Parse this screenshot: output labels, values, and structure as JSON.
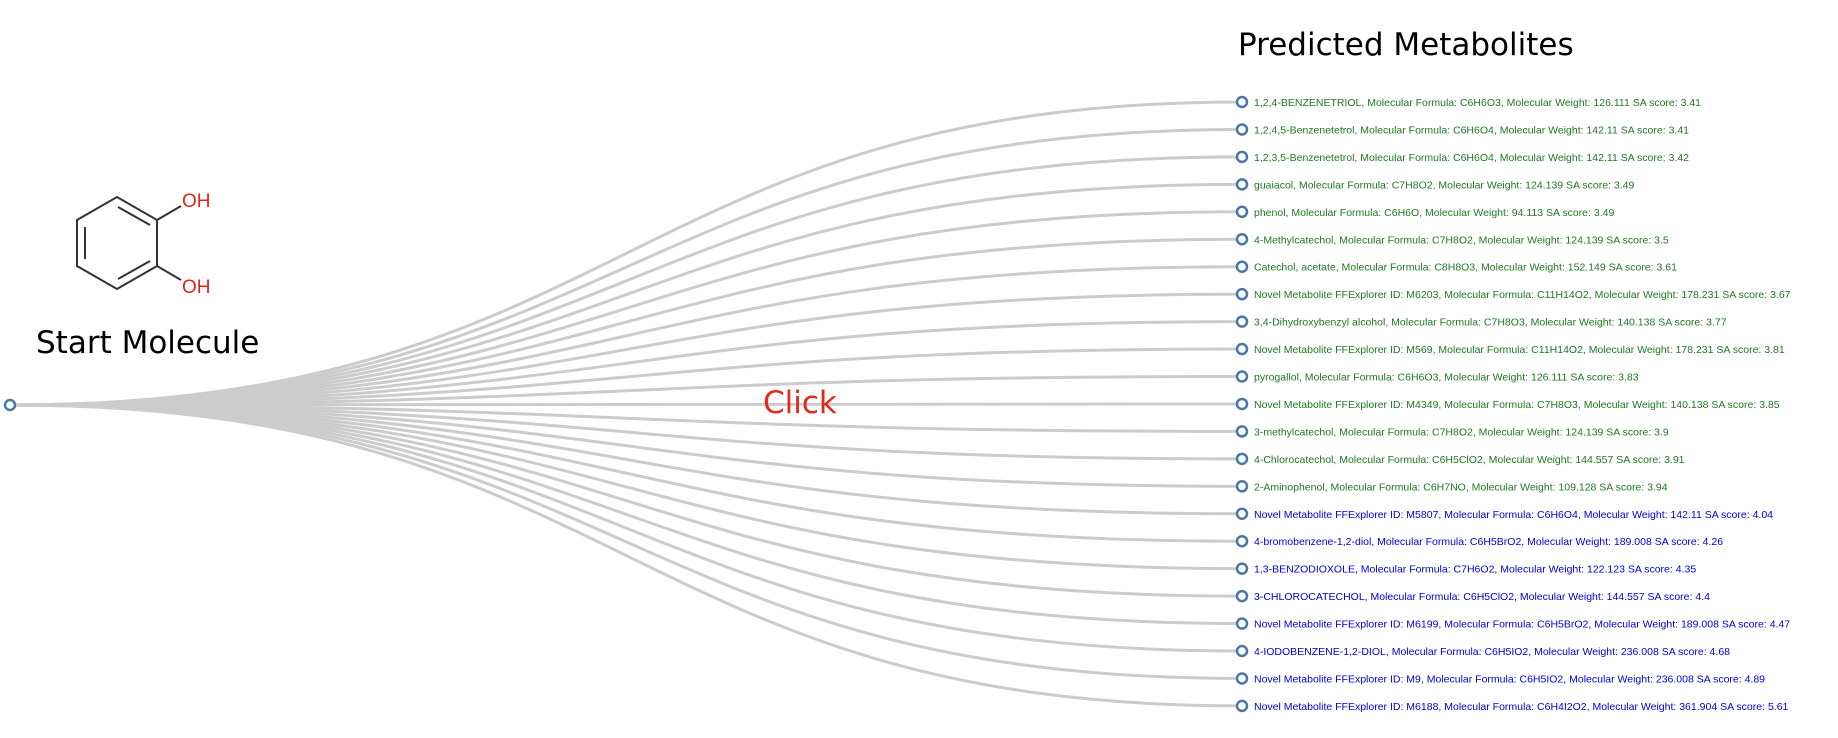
{
  "start_title": "Start Molecule",
  "predicted_title": "Predicted Metabolites",
  "click_label": "Click",
  "molecule": {
    "substituent_top": "OH",
    "substituent_bottom": "OH"
  },
  "colors": {
    "link": "#cccccc",
    "node_stroke": "#4a76a8",
    "green_label": "#1f7a1f",
    "blue_label": "#0000dd",
    "click": "#e02a1c",
    "hydroxyl": "#e0241a",
    "bond": "#333333"
  },
  "metabolites": [
    {
      "text": "1,2,4-BENZENETRIOL, Molecular Formula: C6H6O3, Molecular Weight: 126.111 SA score: 3.41",
      "color": "green"
    },
    {
      "text": "1,2,4,5-Benzenetetrol, Molecular Formula: C6H6O4, Molecular Weight: 142.11 SA score: 3.41",
      "color": "green"
    },
    {
      "text": "1,2,3,5-Benzenetetrol, Molecular Formula: C6H6O4, Molecular Weight: 142.11 SA score: 3.42",
      "color": "green"
    },
    {
      "text": "guaiacol, Molecular Formula: C7H8O2, Molecular Weight: 124.139 SA score: 3.49",
      "color": "green"
    },
    {
      "text": "phenol, Molecular Formula: C6H6O, Molecular Weight: 94.113 SA score: 3.49",
      "color": "green"
    },
    {
      "text": "4-Methylcatechol, Molecular Formula: C7H8O2, Molecular Weight: 124.139 SA score: 3.5",
      "color": "green"
    },
    {
      "text": "Catechol, acetate, Molecular Formula: C8H8O3, Molecular Weight: 152.149 SA score: 3.61",
      "color": "green"
    },
    {
      "text": "Novel Metabolite FFExplorer ID: M6203, Molecular Formula: C11H14O2, Molecular Weight: 178.231 SA score: 3.67",
      "color": "green"
    },
    {
      "text": "3,4-Dihydroxybenzyl alcohol, Molecular Formula: C7H8O3, Molecular Weight: 140.138 SA score: 3.77",
      "color": "green"
    },
    {
      "text": "Novel Metabolite FFExplorer ID: M569, Molecular Formula: C11H14O2, Molecular Weight: 178.231 SA score: 3.81",
      "color": "green"
    },
    {
      "text": "pyrogallol, Molecular Formula: C6H6O3, Molecular Weight: 126.111 SA score: 3.83",
      "color": "green"
    },
    {
      "text": "Novel Metabolite FFExplorer ID: M4349, Molecular Formula: C7H8O3, Molecular Weight: 140.138 SA score: 3.85",
      "color": "green"
    },
    {
      "text": "3-methylcatechol, Molecular Formula: C7H8O2, Molecular Weight: 124.139 SA score: 3.9",
      "color": "green"
    },
    {
      "text": "4-Chlorocatechol, Molecular Formula: C6H5ClO2, Molecular Weight: 144.557 SA score: 3.91",
      "color": "green"
    },
    {
      "text": "2-Aminophenol, Molecular Formula: C6H7NO, Molecular Weight: 109.128 SA score: 3.94",
      "color": "green"
    },
    {
      "text": "Novel Metabolite FFExplorer ID: M5807, Molecular Formula: C6H6O4, Molecular Weight: 142.11 SA score: 4.04",
      "color": "blue"
    },
    {
      "text": "4-bromobenzene-1,2-diol, Molecular Formula: C6H5BrO2, Molecular Weight: 189.008 SA score: 4.26",
      "color": "blue"
    },
    {
      "text": "1,3-BENZODIOXOLE, Molecular Formula: C7H6O2, Molecular Weight: 122.123 SA score: 4.35",
      "color": "blue"
    },
    {
      "text": "3-CHLOROCATECHOL, Molecular Formula: C6H5ClO2, Molecular Weight: 144.557 SA score: 4.4",
      "color": "blue"
    },
    {
      "text": "Novel Metabolite FFExplorer ID: M6199, Molecular Formula: C6H5BrO2, Molecular Weight: 189.008 SA score: 4.47",
      "color": "blue"
    },
    {
      "text": "4-IODOBENZENE-1,2-DIOL, Molecular Formula: C6H5IO2, Molecular Weight: 236.008 SA score: 4.68",
      "color": "blue"
    },
    {
      "text": "Novel Metabolite FFExplorer ID: M9, Molecular Formula: C6H5IO2, Molecular Weight: 236.008 SA score: 4.89",
      "color": "blue"
    },
    {
      "text": "Novel Metabolite FFExplorer ID: M6188, Molecular Formula: C6H4I2O2, Molecular Weight: 361.904 SA score: 5.61",
      "color": "blue"
    }
  ]
}
